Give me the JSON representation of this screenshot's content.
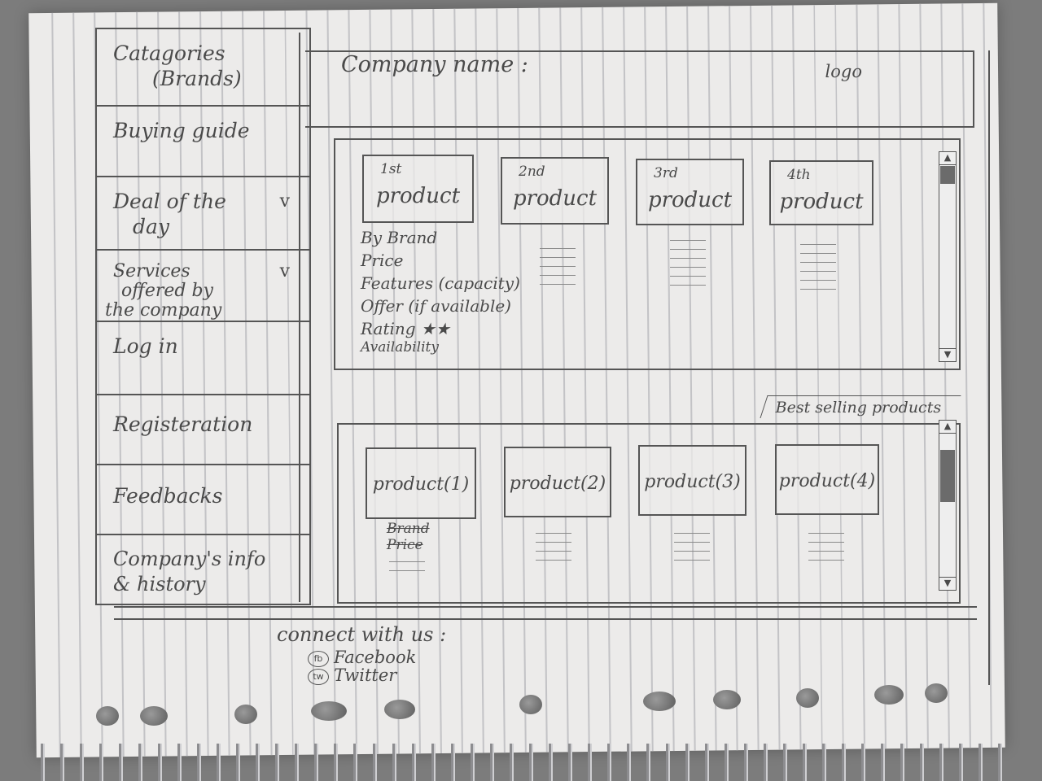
{
  "sidebar": {
    "items": [
      {
        "label": "Catagories",
        "label2": "(Brands)"
      },
      {
        "label": "Buying guide"
      },
      {
        "label": "Deal of the",
        "label2": "day",
        "chevron": "v"
      },
      {
        "label": "Services",
        "label2": "offered by",
        "label3": "the company",
        "chevron": "v"
      },
      {
        "label": "Log in"
      },
      {
        "label": "Registeration"
      },
      {
        "label": "Feedbacks"
      },
      {
        "label": "Company's info",
        "label2": "& history"
      }
    ]
  },
  "header": {
    "company": "Company name :",
    "logo": "logo"
  },
  "top_products": [
    {
      "sup": "1st",
      "name": "product"
    },
    {
      "sup": "2nd",
      "name": "product"
    },
    {
      "sup": "3rd",
      "name": "product"
    },
    {
      "sup": "4th",
      "name": "product"
    }
  ],
  "product_details": {
    "brand": "By Brand",
    "price": "Price",
    "features": "Features (capacity)",
    "offer": "Offer (if available)",
    "rating": "Rating ★★",
    "availability": "Availability"
  },
  "best_selling": {
    "title": "Best selling products",
    "items": [
      "product(1)",
      "product(2)",
      "product(3)",
      "product(4)"
    ],
    "details": [
      "Brand",
      "Price"
    ]
  },
  "scroll": {
    "up": "▲",
    "down": "▼"
  },
  "footer": {
    "connect": "connect with us :",
    "facebook_icon": "fb",
    "facebook": "Facebook",
    "twitter_icon": "tw",
    "twitter": "Twitter"
  }
}
